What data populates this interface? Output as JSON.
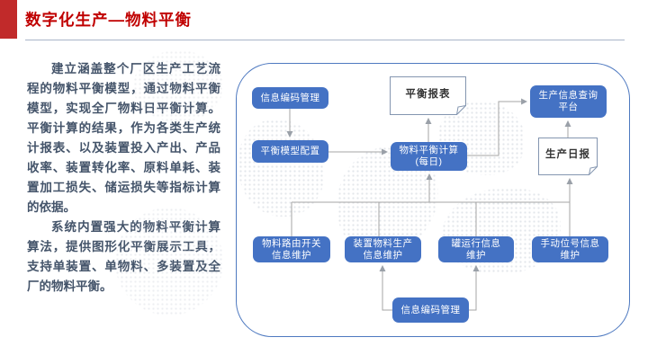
{
  "header": {
    "title": "数字化生产—物料平衡"
  },
  "left_text": {
    "paragraph1": "建立涵盖整个厂区生产工艺流程的物料平衡模型，通过物料平衡模型，实现全厂物料日平衡计算。平衡计算的结果，作为各类生产统计报表、以及装置投入产出、产品收率、装置转化率、原料单耗、装置加工损失、储运损失等指标计算的依据。",
    "paragraph2": "系统内置强大的物料平衡计算算法，提供图形化平衡展示工具，支持单装置、单物料、多装置及全厂的物料平衡。"
  },
  "diagram": {
    "nodes": {
      "info_code_top": "信息编码管理",
      "balance_model_config": "平衡模型配置",
      "material_balance_calc": "物料平衡计算\n(每日)",
      "prod_info_query": "生产信息查询\n平台",
      "material_route_switch": "物料路由开关\n信息维护",
      "device_material_prod": "装置物料生产\n信息维护",
      "tank_operation": "罐运行信息\n维护",
      "manual_tag": "手动位号信息\n维护",
      "info_code_bottom": "信息编码管理"
    },
    "documents": {
      "balance_report": "平衡报表",
      "daily_report": "生产日报"
    }
  },
  "colors": {
    "title_red": "#C00000",
    "accent_bar_red": "#C12A2A",
    "node_blue": "#4472C4",
    "container_border_blue": "#4E79C0",
    "doc_border": "#8496B0",
    "connector_gray": "#A6A6A6",
    "body_text": "#44546A"
  }
}
